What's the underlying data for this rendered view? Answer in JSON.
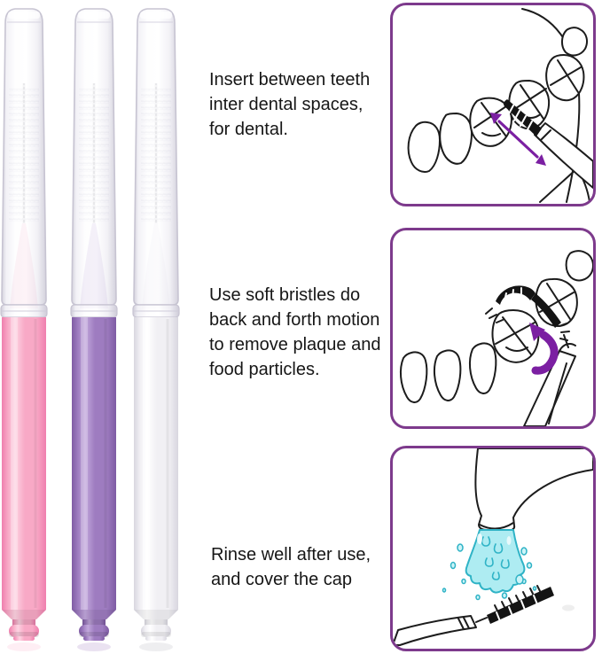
{
  "steps": [
    {
      "id": "1",
      "text": "Insert between teeth\ninter dental spaces,\nfor dental."
    },
    {
      "id": "2",
      "text": "Use soft bristles do\nback and forth motion\nto remove plaque and\nfood particles."
    },
    {
      "id": "3",
      "text": "Rinse well after use,\nand cover the cap"
    }
  ],
  "brush_variants": [
    {
      "color_name": "pink"
    },
    {
      "color_name": "purple"
    },
    {
      "color_name": "white"
    }
  ],
  "colors": {
    "panel_border": "#7d3a8c",
    "arrow": "#7b1fa2",
    "line_art": "#1c1c1c",
    "water_fill": "#aeecf2",
    "water_outline": "#2fb3c6",
    "water_drop": "#cdf4f8",
    "cap_edge": "#c7c4d2",
    "wire": "#8f8f9a",
    "pink_body": "#f8a9c6",
    "pink_highlight": "#fdd3e2",
    "pink_shadow": "#ef7fae",
    "pink_tip": "#f5c4d7",
    "purple_body": "#9e7cc0",
    "purple_highlight": "#c2a8dc",
    "purple_shadow": "#7f5ca4",
    "purple_tip": "#c9b6e0",
    "white_body": "#f1f0f4",
    "white_highlight": "#ffffff",
    "white_shadow": "#d8d6df",
    "white_tip": "#eceaf1"
  }
}
